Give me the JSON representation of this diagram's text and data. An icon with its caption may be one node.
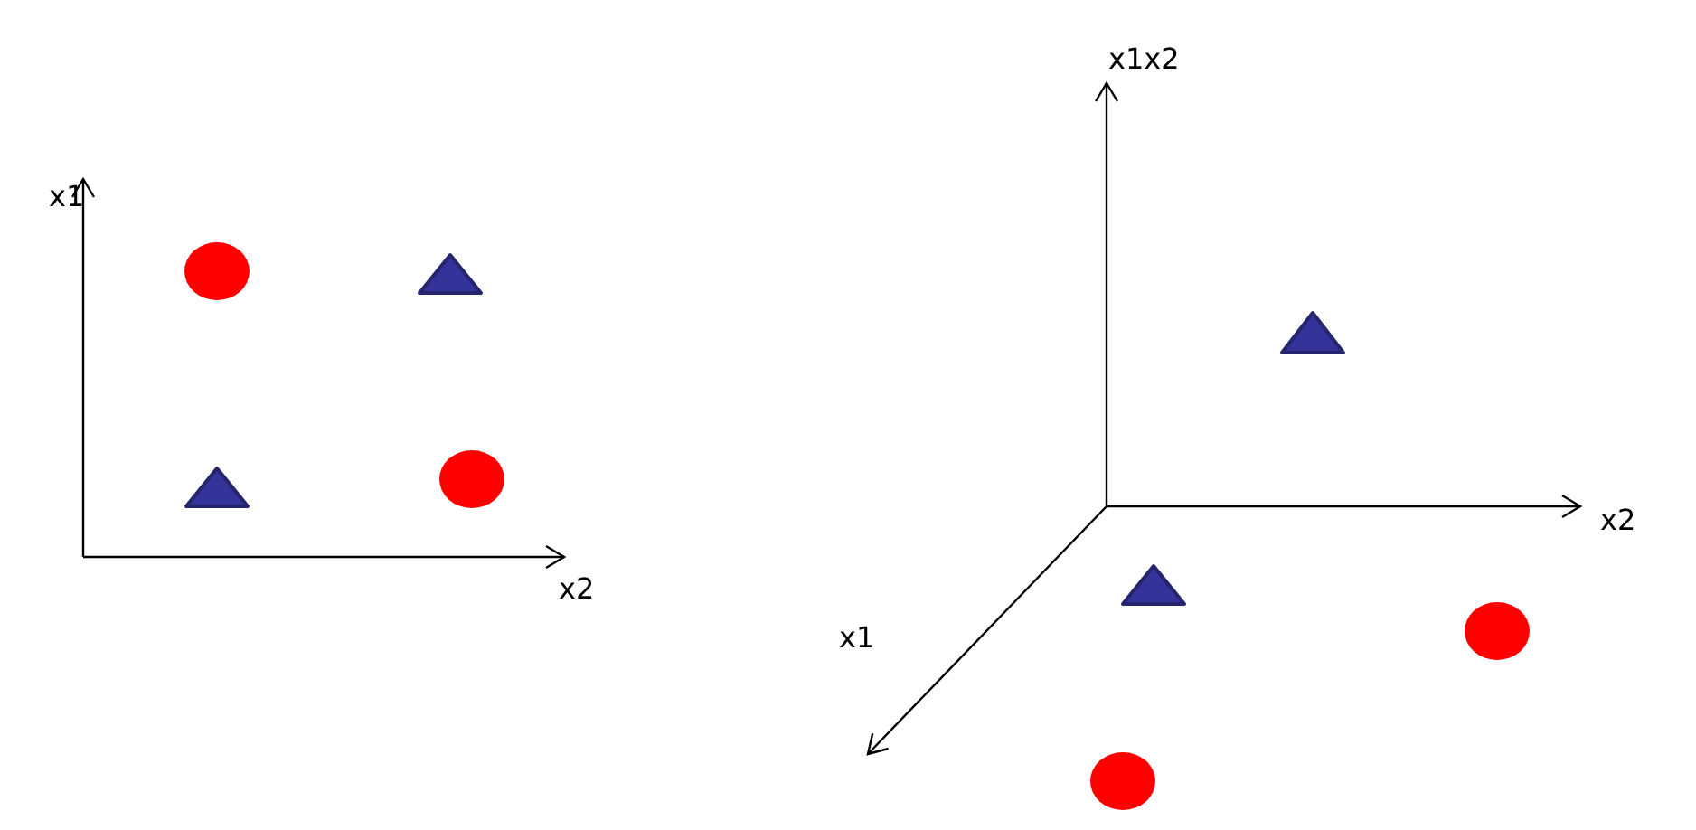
{
  "diagram": {
    "labels": [
      "x1",
      "x2",
      "x1x2",
      "x2",
      "x1"
    ]
  }
}
